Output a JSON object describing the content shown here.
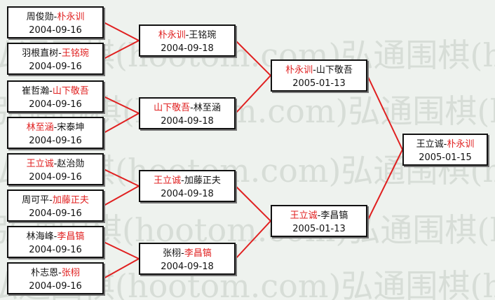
{
  "watermark_text": "弘通围棋(hootom.com)",
  "colors": {
    "winner": "#e02020",
    "line": "#e02020",
    "text": "#111111"
  },
  "round1": [
    {
      "p1": "周俊勋",
      "p2": "朴永训",
      "winner": 2,
      "date": "2004-09-16"
    },
    {
      "p1": "羽根直树",
      "p2": "王铭琬",
      "winner": 2,
      "date": "2004-09-16"
    },
    {
      "p1": "崔哲瀚",
      "p2": "山下敬吾",
      "winner": 2,
      "date": "2004-09-16"
    },
    {
      "p1": "林至涵",
      "p2": "宋泰坤",
      "winner": 1,
      "date": "2004-09-16"
    },
    {
      "p1": "王立诚",
      "p2": "赵治勋",
      "winner": 1,
      "date": "2004-09-16"
    },
    {
      "p1": "周可平",
      "p2": "加藤正夫",
      "winner": 2,
      "date": "2004-09-16"
    },
    {
      "p1": "林海峰",
      "p2": "李昌镐",
      "winner": 2,
      "date": "2004-09-16"
    },
    {
      "p1": "朴志恩",
      "p2": "张栩",
      "winner": 2,
      "date": "2004-09-16"
    }
  ],
  "round2": [
    {
      "p1": "朴永训",
      "p2": "王铭琬",
      "winner": 1,
      "date": "2004-09-18"
    },
    {
      "p1": "山下敬吾",
      "p2": "林至涵",
      "winner": 1,
      "date": "2004-09-18"
    },
    {
      "p1": "王立诚",
      "p2": "加藤正夫",
      "winner": 1,
      "date": "2004-09-18"
    },
    {
      "p1": "张栩",
      "p2": "李昌镐",
      "winner": 2,
      "date": "2004-09-18"
    }
  ],
  "semis": [
    {
      "p1": "朴永训",
      "p2": "山下敬吾",
      "winner": 1,
      "date": "2005-01-13"
    },
    {
      "p1": "王立诚",
      "p2": "李昌镐",
      "winner": 1,
      "date": "2005-01-13"
    }
  ],
  "final": [
    {
      "p1": "王立诚",
      "p2": "朴永训",
      "winner": 2,
      "date": "2005-01-15"
    }
  ]
}
